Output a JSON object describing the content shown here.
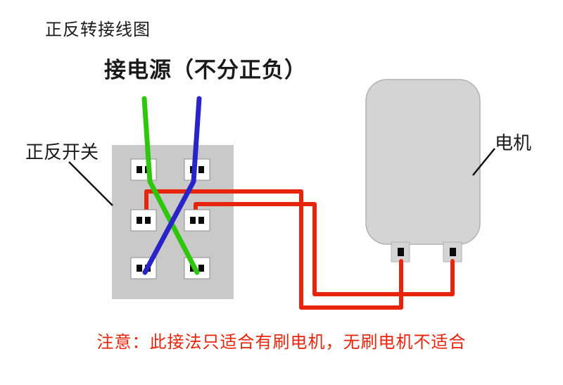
{
  "labels": {
    "title": "正反转接线图",
    "power": "接电源（不分正负）",
    "switch": "正反开关",
    "motor": "电机",
    "note": "注意：此接法只适合有刷电机，无刷电机不适合"
  },
  "colors": {
    "background": "#ffffff",
    "wire_green": "#2ec70e",
    "wire_blue": "#2a23c8",
    "wire_red": "#e8250c",
    "switch_body": "#c9c9c9",
    "terminal_fill": "#ffffff",
    "terminal_border": "#8f8f8f",
    "terminal_contact": "#0a0a0a",
    "motor_body": "#d4d4d4",
    "motor_border": "#b2b2b2",
    "pointer_line": "#111111",
    "note_text": "#e8250c",
    "label_text": "#1a1a1a"
  },
  "diagram": {
    "type": "wiring-diagram",
    "components": [
      {
        "name": "reverse-switch",
        "label": "正反开关",
        "terminals": 6
      },
      {
        "name": "motor",
        "label": "电机",
        "terminals": 2
      },
      {
        "name": "power-supply",
        "label": "接电源（不分正负）"
      }
    ],
    "wires": [
      {
        "name": "power-green-wire",
        "color": "green",
        "from": "power-supply",
        "to": "switch-bottom-right-terminal",
        "crosses": "switch-top-left-terminal"
      },
      {
        "name": "power-blue-wire",
        "color": "blue",
        "from": "power-supply",
        "to": "switch-bottom-left-terminal",
        "crosses": "switch-top-right-terminal"
      },
      {
        "name": "motor-red-wire-1",
        "color": "red",
        "from": "switch-middle-left-terminal",
        "to": "motor-left-terminal"
      },
      {
        "name": "motor-red-wire-2",
        "color": "red",
        "from": "switch-middle-right-terminal",
        "to": "motor-right-terminal"
      }
    ],
    "note": "注意：此接法只适合有刷电机，无刷电机不适合"
  }
}
